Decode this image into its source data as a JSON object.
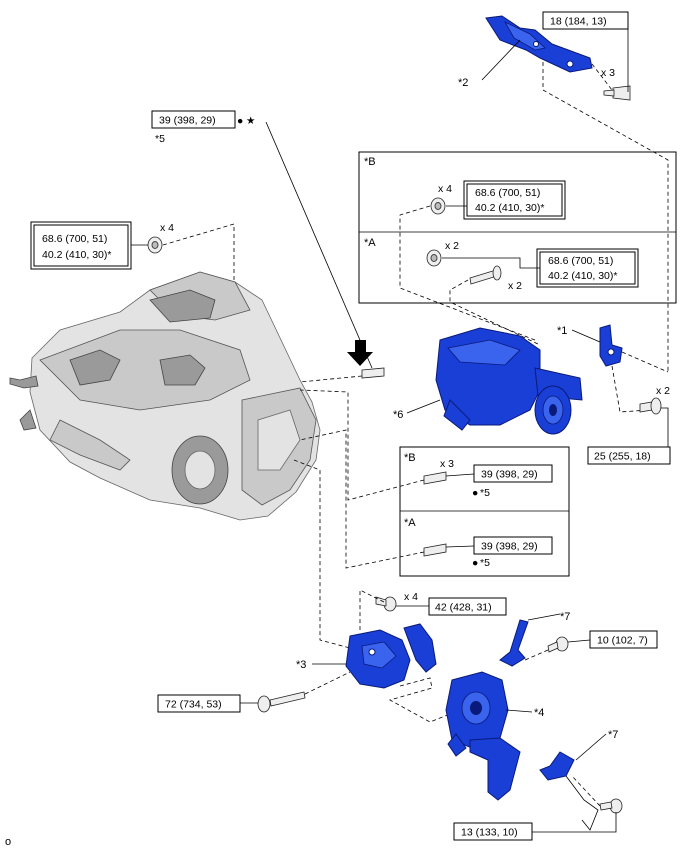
{
  "torque": {
    "bracket_bolt": "18 (184, 13)",
    "stud_top": "39 (398, 29)",
    "nut_left_1": "68.6 (700, 51)",
    "nut_left_2": "40.2 (410, 30)*",
    "nut_b_1": "68.6 (700, 51)",
    "nut_b_2": "40.2 (410, 30)*",
    "nut_a_1": "68.6 (700, 51)",
    "nut_a_2": "40.2 (410, 30)*",
    "bolt_right": "25 (255, 18)",
    "stud_b": "39 (398, 29)",
    "stud_a": "39 (398, 29)",
    "mount_bolt": "42 (428, 31)",
    "bolt_10": "10 (102, 7)",
    "through_bolt": "72 (734, 53)",
    "bolt_13": "13 (133, 10)"
  },
  "qty": {
    "x3_top": "x 3",
    "x4_left": "x 4",
    "x4_b": "x 4",
    "x2_a_nut": "x 2",
    "x2_a_bolt": "x 2",
    "x2_right": "x 2",
    "x3_b": "x 3",
    "x4_mount": "x 4"
  },
  "callouts": {
    "c2": "*2",
    "c5_top": "*5",
    "sec_b_top": "*B",
    "sec_a_top": "*A",
    "c1": "*1",
    "c6": "*6",
    "sec_b_bottom": "*B",
    "c5_b": "*5",
    "sec_a_bottom": "*A",
    "c5_a": "*5",
    "c7_top": "*7",
    "c3": "*3",
    "c4": "*4",
    "c7_bottom": "*7"
  },
  "symbols": {
    "bullet": "●",
    "star": "★"
  },
  "figure_code": "o",
  "colors": {
    "part_highlight": "#1a3fd6",
    "part_gray": "#c9c9c9"
  }
}
